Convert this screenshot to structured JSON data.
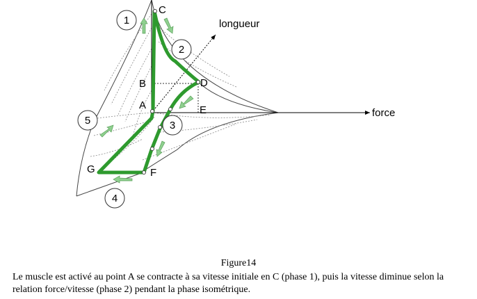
{
  "diagram": {
    "axis_labels": {
      "length": "longueur",
      "force": "force"
    },
    "points": {
      "A": "A",
      "B": "B",
      "C": "C",
      "D": "D",
      "E": "E",
      "F": "F",
      "G": "G"
    },
    "phases": {
      "p1": "1",
      "p2": "2",
      "p3": "3",
      "p4": "4",
      "p5": "5"
    },
    "colors": {
      "cycle": "#2e9a2e",
      "arrows": "#8fd08f",
      "surface": "#555555"
    }
  },
  "caption": {
    "title": "Figure14",
    "text": "Le muscle est activé au point A se contracte à sa vitesse initiale en C (phase 1), puis la vitesse diminue selon la relation force/vitesse (phase 2) pendant la phase isométrique."
  }
}
